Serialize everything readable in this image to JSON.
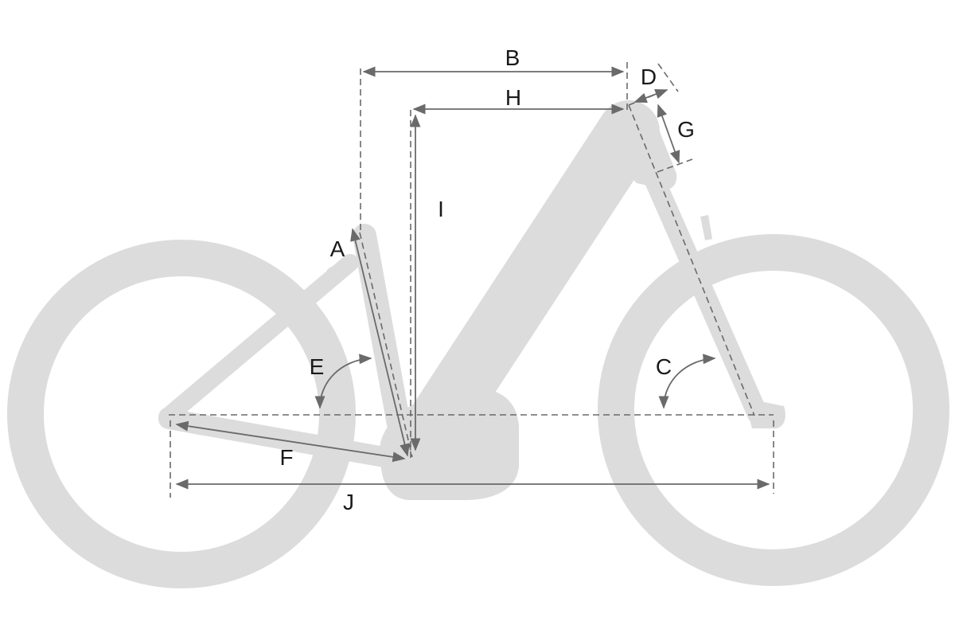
{
  "labels": {
    "A": "A",
    "B": "B",
    "C": "C",
    "D": "D",
    "E": "E",
    "F": "F",
    "G": "G",
    "H": "H",
    "I": "I",
    "J": "J"
  },
  "colors": {
    "silhouette": "#dcdcdc",
    "dimension_line": "#6a6a6a",
    "label_text": "#1a1a1a",
    "background": "#ffffff"
  }
}
